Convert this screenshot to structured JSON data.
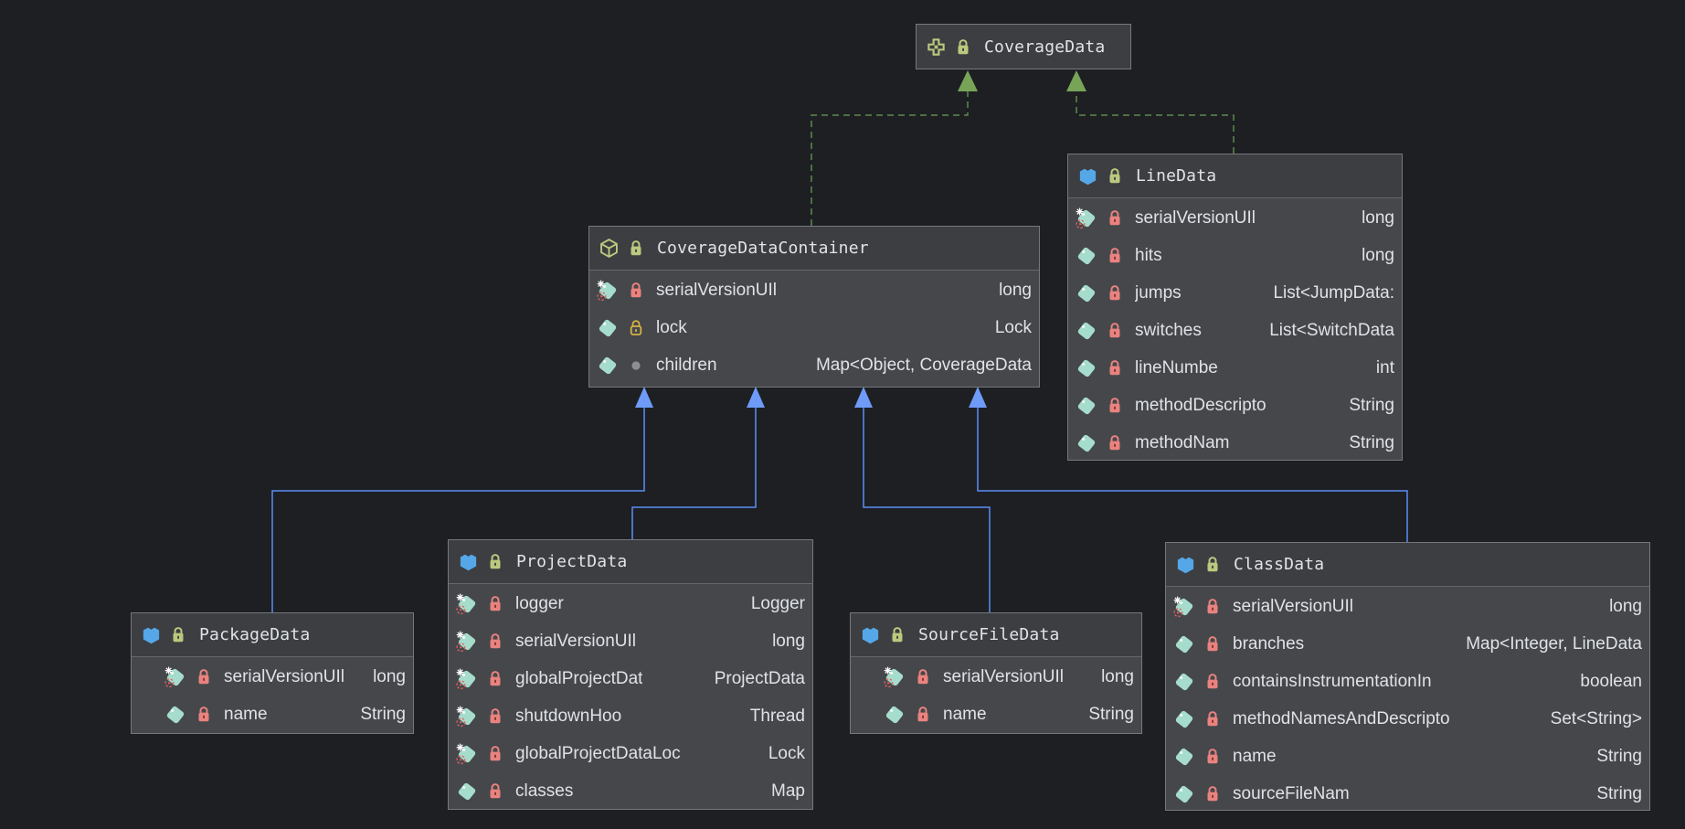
{
  "diagram": {
    "tool": "uml-class-diagram",
    "classes": [
      {
        "id": "coverageData",
        "title": "CoverageData",
        "kind_icon": "interface-icon",
        "header_lock": "public-final",
        "fields": []
      },
      {
        "id": "coverageDataContainer",
        "title": "CoverageDataContainer",
        "kind_icon": "abstract-class-icon",
        "header_lock": "public-final",
        "fields": [
          {
            "name": "serialVersionUIl",
            "type": "long",
            "visibility": "private",
            "static": true
          },
          {
            "name": "lock",
            "type": "Lock",
            "visibility": "protected",
            "static": false
          },
          {
            "name": "children",
            "type": "Map<Object, CoverageData",
            "visibility": "package-private",
            "static": false
          }
        ]
      },
      {
        "id": "lineData",
        "title": "LineData",
        "kind_icon": "class-icon",
        "header_lock": "public-final",
        "fields": [
          {
            "name": "serialVersionUIl",
            "type": "long",
            "visibility": "private",
            "static": true
          },
          {
            "name": "hits",
            "type": "long",
            "visibility": "private",
            "static": false
          },
          {
            "name": "jumps",
            "type": "List<JumpData:",
            "visibility": "private",
            "static": false
          },
          {
            "name": "switches",
            "type": "List<SwitchData",
            "visibility": "private",
            "static": false
          },
          {
            "name": "lineNumbe",
            "type": "int",
            "visibility": "private",
            "static": false
          },
          {
            "name": "methodDescripto",
            "type": "String",
            "visibility": "private",
            "static": false
          },
          {
            "name": "methodNam",
            "type": "String",
            "visibility": "private",
            "static": false
          }
        ]
      },
      {
        "id": "packageData",
        "title": "PackageData",
        "kind_icon": "class-icon",
        "header_lock": "public-final",
        "fields": [
          {
            "name": "serialVersionUIl",
            "type": "long",
            "visibility": "private",
            "static": true
          },
          {
            "name": "name",
            "type": "String",
            "visibility": "private",
            "static": false
          }
        ]
      },
      {
        "id": "projectData",
        "title": "ProjectData",
        "kind_icon": "class-icon",
        "header_lock": "public-final",
        "fields": [
          {
            "name": "logger",
            "type": "Logger",
            "visibility": "private",
            "static": true
          },
          {
            "name": "serialVersionUIl",
            "type": "long",
            "visibility": "private",
            "static": true
          },
          {
            "name": "globalProjectDat",
            "type": "ProjectData",
            "visibility": "private",
            "static": true
          },
          {
            "name": "shutdownHoo",
            "type": "Thread",
            "visibility": "private",
            "static": true
          },
          {
            "name": "globalProjectDataLoc",
            "type": "Lock",
            "visibility": "private",
            "static": true
          },
          {
            "name": "classes",
            "type": "Map",
            "visibility": "private",
            "static": false
          }
        ]
      },
      {
        "id": "sourceFileData",
        "title": "SourceFileData",
        "kind_icon": "class-icon",
        "header_lock": "public-final",
        "fields": [
          {
            "name": "serialVersionUIl",
            "type": "long",
            "visibility": "private",
            "static": true
          },
          {
            "name": "name",
            "type": "String",
            "visibility": "private",
            "static": false
          }
        ]
      },
      {
        "id": "classData",
        "title": "ClassData",
        "kind_icon": "class-icon",
        "header_lock": "public-final",
        "fields": [
          {
            "name": "serialVersionUIl",
            "type": "long",
            "visibility": "private",
            "static": true
          },
          {
            "name": "branches",
            "type": "Map<Integer, LineData",
            "visibility": "private",
            "static": false
          },
          {
            "name": "containsInstrumentationIn",
            "type": "boolean",
            "visibility": "private",
            "static": false
          },
          {
            "name": "methodNamesAndDescripto",
            "type": "Set<String>",
            "visibility": "private",
            "static": false
          },
          {
            "name": "name",
            "type": "String",
            "visibility": "private",
            "static": false
          },
          {
            "name": "sourceFileNam",
            "type": "String",
            "visibility": "private",
            "static": false
          }
        ]
      }
    ],
    "edges": [
      {
        "from": "CoverageDataContainer",
        "to": "CoverageData",
        "relation": "implements"
      },
      {
        "from": "LineData",
        "to": "CoverageData",
        "relation": "implements"
      },
      {
        "from": "PackageData",
        "to": "CoverageDataContainer",
        "relation": "extends"
      },
      {
        "from": "ProjectData",
        "to": "CoverageDataContainer",
        "relation": "extends"
      },
      {
        "from": "SourceFileData",
        "to": "CoverageDataContainer",
        "relation": "extends"
      },
      {
        "from": "ClassData",
        "to": "CoverageDataContainer",
        "relation": "extends"
      }
    ],
    "colors": {
      "background": "#1e1f22",
      "node_header_bg": "#3c3e42",
      "node_body_bg": "#45474b",
      "node_border": "#75787e",
      "text": "#dfe2e7",
      "extends_edge_blue": "#5a8df8",
      "implements_edge_green": "#5c8a50",
      "class_icon_blue": "#55a7e8",
      "interface_icon_olive": "#bac97e",
      "field_tag_teal": "#a6dccb",
      "private_lock_red": "#e9837f",
      "protected_lock_yellow": "#d7b345",
      "package_private_gray": "#8c8f94",
      "static_mark_red": "#e0615e"
    }
  }
}
